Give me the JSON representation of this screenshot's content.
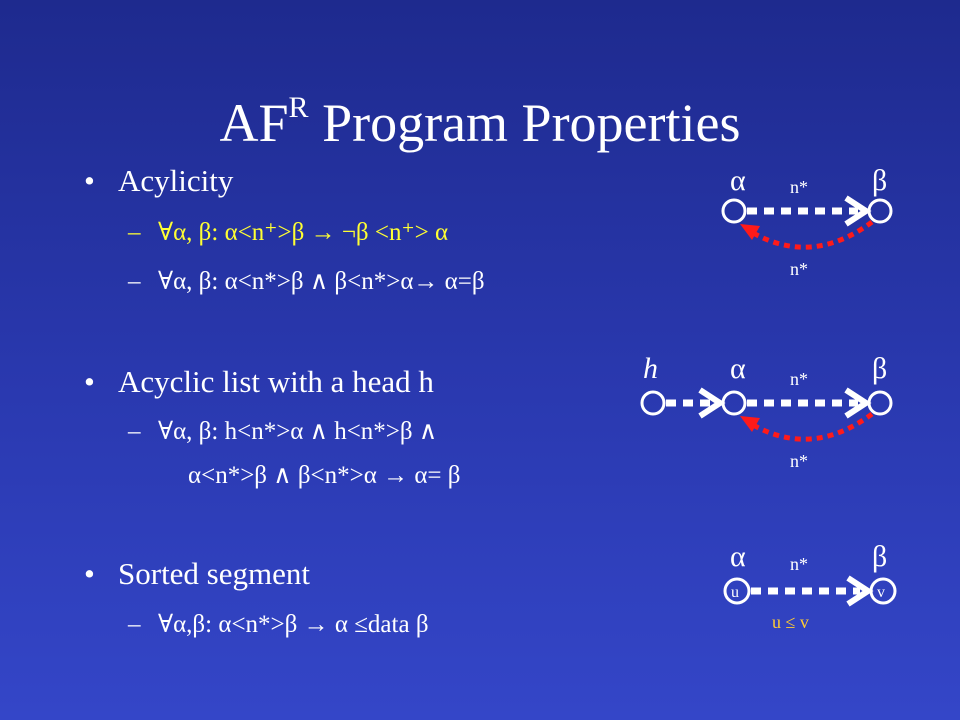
{
  "title": {
    "main": "AF",
    "sup": "R",
    "rest": " Program Properties"
  },
  "bullets": [
    {
      "label": "Acylicity",
      "lines": [
        "∀α, β: α<n⁺>β → ¬β <n⁺> α",
        "∀α, β: α<n*>β ∧ β<n*>α→ α=β"
      ]
    },
    {
      "label": "Acyclic list with a head h",
      "lines": [
        "∀α, β: h<n*>α ∧ h<n*>β ∧",
        "α<n*>β ∧ β<n*>α → α= β"
      ]
    },
    {
      "label": "Sorted segment",
      "lines": [
        "∀α,β: α<n*>β → α ≤data β"
      ]
    }
  ],
  "diagrams": {
    "d1": {
      "alpha": "α",
      "beta": "β",
      "top": "n*",
      "bottom": "n*"
    },
    "d2": {
      "head": "h",
      "alpha": "α",
      "beta": "β",
      "top": "n*",
      "bottom": "n*"
    },
    "d3": {
      "alpha": "α",
      "beta": "β",
      "top": "n*",
      "u": "u",
      "v": "v",
      "cond": "u ≤ v"
    }
  },
  "colors": {
    "background": "#2a39b0",
    "highlight": "#ffff33",
    "arrow_red": "#ff1a1a",
    "cond": "#ffcc33"
  }
}
